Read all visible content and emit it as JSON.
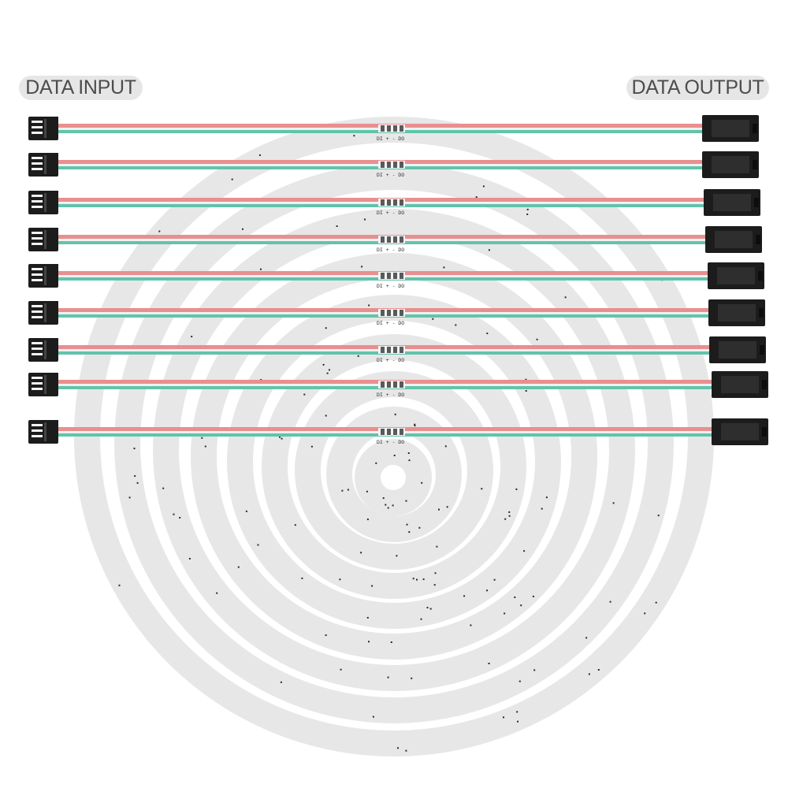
{
  "labels": {
    "input": "DATA INPUT",
    "output": "DATA OUTPUT",
    "pad_text": "DI + - DO"
  },
  "rings": {
    "count": 9
  },
  "cables": {
    "count": 9
  },
  "colors": {
    "board": "#e7e7e7",
    "gap": "#ffffff",
    "wire_red": "#e88f8f",
    "wire_white": "#eef2f1",
    "wire_green": "#62c3ab",
    "connector": "#1c1c1c",
    "pill_bg": "#e6e6e6",
    "pill_text": "#4d4d4d"
  }
}
